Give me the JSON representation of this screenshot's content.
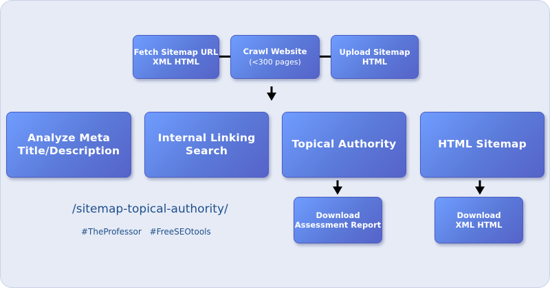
{
  "top_row": {
    "fetch": {
      "line1": "Fetch Sitemap URL",
      "line2": "XML HTML"
    },
    "crawl": {
      "line1": "Crawl Website",
      "line2": "(<300 pages)"
    },
    "upload": {
      "line1": "Upload Sitemap",
      "line2": "HTML"
    }
  },
  "middle_row": {
    "meta": {
      "line1": "Analyze Meta",
      "line2": "Title/Description"
    },
    "linking": {
      "line1": "Internal Linking",
      "line2": "Search"
    },
    "topical": {
      "line1": "Topical Authority"
    },
    "html_sitemap": {
      "line1": "HTML Sitemap"
    }
  },
  "bottom_row": {
    "assessment": {
      "line1": "Download",
      "line2": "Assessment Report"
    },
    "xml_html": {
      "line1": "Download",
      "line2": "XML HTML"
    }
  },
  "footer": {
    "slug": "/sitemap-topical-authority/",
    "tags": [
      "#TheProfessor",
      "#FreeSEOtools"
    ]
  },
  "colors": {
    "node_gradient_start": "#6f9dff",
    "node_gradient_end": "#5663c8",
    "background": "#e6ebf6",
    "footer_text": "#1f4f8a",
    "connector": "#000000"
  }
}
